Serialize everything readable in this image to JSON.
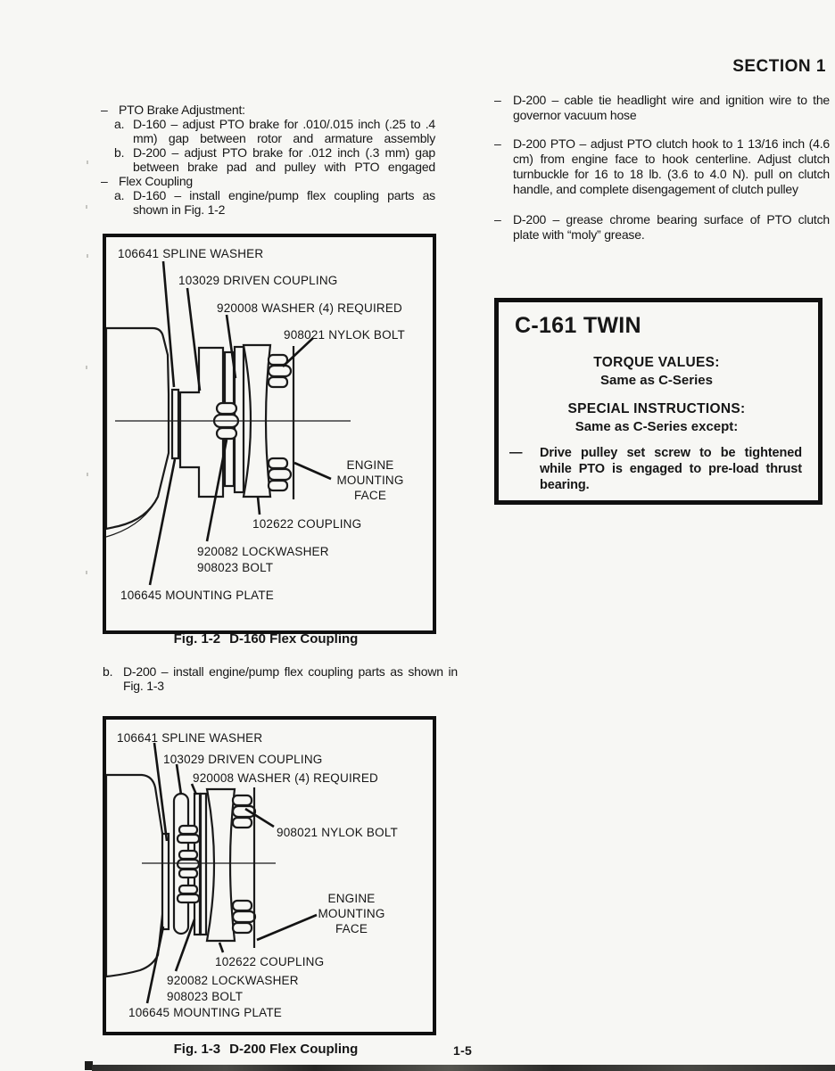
{
  "header": {
    "section_title": "SECTION 1"
  },
  "markers": {
    "dash": "–",
    "sub_a": "a.",
    "sub_b": "b.",
    "long_dash": "—"
  },
  "left_column": {
    "pto_brake_title": "PTO Brake Adjustment:",
    "pto_brake_a": "D-160 – adjust PTO brake for .010/.015 inch (.25 to .4 mm) gap between rotor and armature assembly",
    "pto_brake_b": "D-200 – adjust PTO brake for .012 inch (.3 mm) gap between brake pad and pulley with PTO engaged",
    "flex_title": "Flex Coupling",
    "flex_a": "D-160 – install engine/pump flex coupling parts as shown in Fig. 1-2",
    "flex_b": "D-200 – install engine/pump flex coupling parts as shown in Fig. 1-3"
  },
  "fig_1_2": {
    "caption_prefix": "Fig. 1-2",
    "caption_title": "D-160 Flex Coupling",
    "labels": {
      "spline_washer": "106641 SPLINE WASHER",
      "driven_coupling": "103029 DRIVEN COUPLING",
      "washer": "920008 WASHER (4) REQUIRED",
      "nylok_bolt": "908021 NYLOK BOLT",
      "engine_mounting_face": "ENGINE MOUNTING FACE",
      "coupling": "102622 COUPLING",
      "lockwasher": "920082 LOCKWASHER",
      "bolt": "908023 BOLT",
      "mounting_plate": "106645 MOUNTING PLATE"
    }
  },
  "fig_1_3": {
    "caption_prefix": "Fig. 1-3",
    "caption_title": "D-200 Flex Coupling",
    "labels": {
      "spline_washer": "106641 SPLINE WASHER",
      "driven_coupling": "103029 DRIVEN COUPLING",
      "washer": "920008 WASHER (4) REQUIRED",
      "nylok_bolt": "908021 NYLOK BOLT",
      "engine_mounting_face": "ENGINE MOUNTING FACE",
      "coupling": "102622 COUPLING",
      "lockwasher": "920082 LOCKWASHER",
      "bolt": "908023 BOLT",
      "mounting_plate": "106645 MOUNTING PLATE"
    }
  },
  "right_column": {
    "bullet_1": "D-200 – cable tie headlight wire and ignition wire to the governor vacuum hose",
    "bullet_2": "D-200 PTO – adjust PTO clutch hook to 1 13/16 inch (4.6 cm) from engine face to hook centerline. Adjust clutch turnbuckle for 16 to 18 lb. (3.6 to 4.0 N). pull on clutch handle, and complete disengagement of clutch pulley",
    "bullet_3": "D-200 – grease chrome bearing surface of PTO clutch plate with “moly” grease.",
    "c161": {
      "title": "C-161 TWIN",
      "torque_heading": "TORQUE VALUES:",
      "torque_value": "Same as C-Series",
      "special_heading": "SPECIAL INSTRUCTIONS:",
      "special_value": "Same as C-Series except:",
      "note": "Drive pulley set screw to be tightened while PTO is engaged to pre-load thrust bearing."
    }
  },
  "footer": {
    "page_number": "1-5"
  }
}
